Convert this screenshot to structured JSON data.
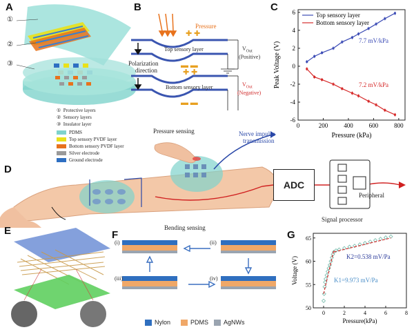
{
  "panels": {
    "a": "A",
    "b": "B",
    "c": "C",
    "d": "D",
    "e": "E",
    "f": "F",
    "g": "G"
  },
  "panel_a": {
    "circled": [
      "①",
      "②",
      "③"
    ],
    "legend_text": [
      {
        "mark": "①",
        "text": "Protective layers"
      },
      {
        "mark": "②",
        "text": "Sensory layers"
      },
      {
        "mark": "③",
        "text": "Insulator layer"
      }
    ],
    "legend_swatches": [
      {
        "color": "#7fd3cc",
        "text": "PDMS"
      },
      {
        "color": "#e9e11a",
        "text": "Top sensory PVDF layer"
      },
      {
        "color": "#e8721c",
        "text": "Bottom sensory PVDF layer"
      },
      {
        "color": "#9a9a9a",
        "text": "Silver electrode"
      },
      {
        "color": "#2e6fc2",
        "text": "Ground electrode"
      }
    ]
  },
  "panel_b": {
    "pressure": "Pressure",
    "top_layer": "Top sensory layer",
    "bottom_layer": "Bottom sensory layer",
    "polarization_1": "Polarization",
    "polarization_2": "direction",
    "vout_top": "V",
    "vout_top_sub": "Out",
    "vout_top_sign": "(Positive)",
    "vout_bottom": "V",
    "vout_bottom_sub": "Out",
    "vout_bottom_sign": "(Negative)"
  },
  "panel_d": {
    "pressure_sensing": "Pressure sensing",
    "nerve_1": "Nerve impulse",
    "nerve_2": "transmission",
    "adc": "ADC",
    "peripheral": "Peripheral",
    "signal_processor": "Signal processor"
  },
  "panel_f": {
    "title": "Bending sensing",
    "states": [
      "(i)",
      "(ii)",
      "(iii)",
      "(iv)"
    ],
    "legend": [
      {
        "color": "#2f6fbf",
        "text": "Nylon"
      },
      {
        "color": "#f0a868",
        "text": "PDMS"
      },
      {
        "color": "#9aa4b0",
        "text": "AgNWs"
      }
    ]
  },
  "chart_data": [
    {
      "type": "line",
      "title": "",
      "xlabel": "Pressure (kPa)",
      "ylabel": "Peak Voltage (V)",
      "xlim": [
        0,
        850
      ],
      "ylim": [
        -6,
        6.3
      ],
      "xticks": [
        0,
        200,
        400,
        600,
        800
      ],
      "yticks": [
        -6,
        -4,
        -2,
        0,
        2,
        4,
        6
      ],
      "legend_position": "top-left",
      "series": [
        {
          "name": "Top sensory layer",
          "color": "#3b4bb5",
          "x": [
            70,
            130,
            190,
            280,
            350,
            430,
            480,
            560,
            620,
            690,
            770
          ],
          "y": [
            0.5,
            1.1,
            1.5,
            2.0,
            2.7,
            3.2,
            3.6,
            4.2,
            4.7,
            5.3,
            5.9
          ],
          "annotation": "7.7 mV/kPa"
        },
        {
          "name": "Bottom sensory layer",
          "color": "#d62a2a",
          "x": [
            70,
            130,
            190,
            280,
            350,
            430,
            480,
            560,
            620,
            690,
            770
          ],
          "y": [
            -0.3,
            -1.2,
            -1.5,
            -2.0,
            -2.5,
            -3.0,
            -3.3,
            -3.9,
            -4.3,
            -4.9,
            -5.4
          ],
          "annotation": "7.2 mV/kPa"
        }
      ]
    },
    {
      "type": "scatter",
      "title": "",
      "xlabel": "Pressure(kPa)",
      "ylabel": "Voltage (V)",
      "xlim": [
        -1,
        8
      ],
      "ylim": [
        50,
        66
      ],
      "xticks": [
        0,
        2,
        4,
        6,
        8
      ],
      "yticks": [
        50,
        55,
        60,
        65
      ],
      "series": [
        {
          "name": "",
          "color": "#6fb8a8",
          "x": [
            0.0,
            0.05,
            0.1,
            0.15,
            0.2,
            0.3,
            0.4,
            0.5,
            0.6,
            0.7,
            0.8,
            0.9,
            1.0,
            1.2,
            1.5,
            2.0,
            2.5,
            3.0,
            3.5,
            4.0,
            4.5,
            5.0,
            5.5,
            6.0,
            6.5
          ],
          "y": [
            51.5,
            53.0,
            54.5,
            55.5,
            56.2,
            57.0,
            57.8,
            58.5,
            59.2,
            60.0,
            60.8,
            61.5,
            62.0,
            62.3,
            62.5,
            62.8,
            63.1,
            63.3,
            63.6,
            63.9,
            64.2,
            64.5,
            64.8,
            65.1,
            65.3
          ]
        }
      ],
      "fit_lines": [
        {
          "color": "#d63030",
          "x": [
            0,
            1.0
          ],
          "y": [
            53.0,
            62.5
          ],
          "label": "K1=9.973 mV/Pa"
        },
        {
          "color": "#d63030",
          "x": [
            1.0,
            6.5
          ],
          "y": [
            62.0,
            65.0
          ],
          "label": "K2=0.538  mV/Pa"
        }
      ]
    }
  ]
}
